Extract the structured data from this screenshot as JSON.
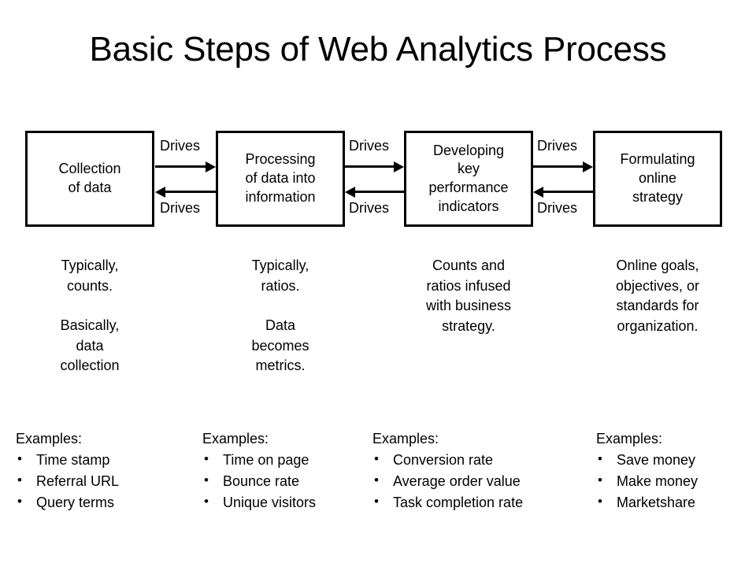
{
  "slide": {
    "title": "Basic Steps of Web Analytics Process",
    "background_color": "#ffffff",
    "text_color": "#000000"
  },
  "process": {
    "connector_label": "Drives",
    "steps": [
      {
        "id": "collection",
        "box_text": "Collection\nof data",
        "description_paragraphs": [
          "Typically,\ncounts.",
          "Basically,\ndata\ncollection"
        ],
        "examples_title": "Examples:",
        "examples": [
          "Time stamp",
          "Referral URL",
          "Query terms"
        ]
      },
      {
        "id": "processing",
        "box_text": "Processing\nof data into\ninformation",
        "description_paragraphs": [
          "Typically,\nratios.",
          "Data\nbecomes\nmetrics."
        ],
        "examples_title": "Examples:",
        "examples": [
          "Time on page",
          "Bounce rate",
          "Unique visitors"
        ]
      },
      {
        "id": "kpi",
        "box_text": "Developing\nkey\nperformance\nindicators",
        "description_paragraphs": [
          "Counts and\nratios infused\nwith business\nstrategy."
        ],
        "examples_title": "Examples:",
        "examples": [
          "Conversion rate",
          "Average order value",
          "Task completion rate"
        ]
      },
      {
        "id": "strategy",
        "box_text": "Formulating\nonline\nstrategy",
        "description_paragraphs": [
          "Online goals,\nobjectives, or\nstandards for\norganization."
        ],
        "examples_title": "Examples:",
        "examples": [
          "Save money",
          "Make money",
          "Marketshare"
        ]
      }
    ],
    "connectors": [
      {
        "from": "collection",
        "to": "processing",
        "forward_label": "Drives",
        "back_label": "Drives"
      },
      {
        "from": "processing",
        "to": "kpi",
        "forward_label": "Drives",
        "back_label": "Drives"
      },
      {
        "from": "kpi",
        "to": "strategy",
        "forward_label": "Drives",
        "back_label": "Drives"
      }
    ],
    "bullet_glyph": "•"
  }
}
